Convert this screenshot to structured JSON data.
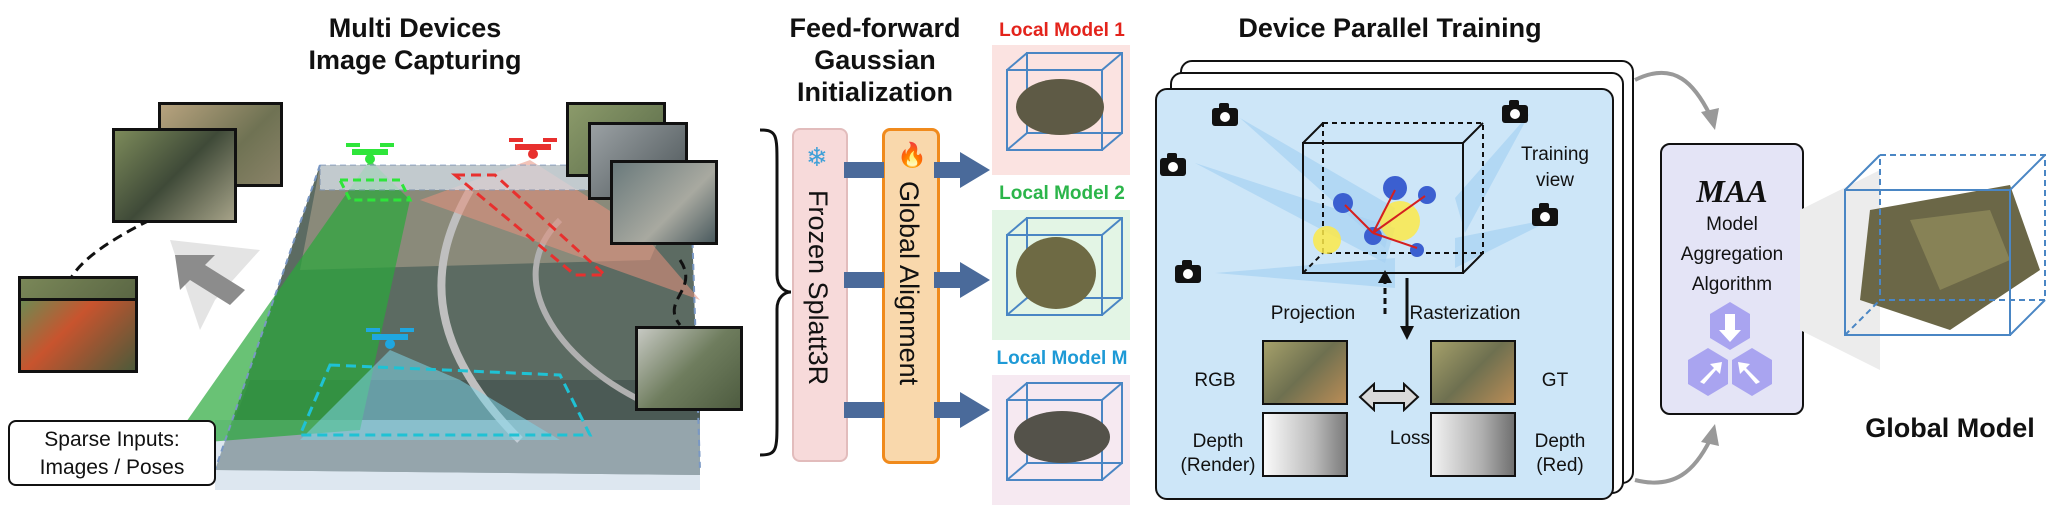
{
  "sections": {
    "capture_title": "Multi Devices Image Capturing",
    "init_title": "Feed-forward Gaussian Initialization",
    "training_title": "Device Parallel Training",
    "global_title": "Global Model"
  },
  "capture": {
    "sparse_inputs_line1": "Sparse Inputs:",
    "sparse_inputs_line2": "Images / Poses",
    "drone_colors": [
      "#2ee53a",
      "#e8302e",
      "#1fa7e0"
    ]
  },
  "init": {
    "frozen_label": "Frozen Splatt3R",
    "frozen_icon": "snowflake-icon",
    "alignment_label": "Global Alignment",
    "alignment_icon": "fire-icon"
  },
  "local_models": [
    {
      "label": "Local Model 1",
      "color": "#e3231b",
      "bg": "#fbe3e1"
    },
    {
      "label": "Local Model 2",
      "color": "#2bb54a",
      "bg": "#e3f5e5"
    },
    {
      "label": "Local Model M",
      "color": "#1e9ad6",
      "bg": "#f6e9f1"
    }
  ],
  "training": {
    "training_view": "Training view",
    "projection": "Projection",
    "rasterization": "Rasterization",
    "rgb": "RGB",
    "gt": "GT",
    "loss": "Loss",
    "depth_render_line1": "Depth",
    "depth_render_line2": "(Render)",
    "depth_red_line1": "Depth",
    "depth_red_line2": "(Red)"
  },
  "maa": {
    "acronym": "MAA",
    "line1": "Model",
    "line2": "Aggregation",
    "line3": "Algorithm"
  }
}
